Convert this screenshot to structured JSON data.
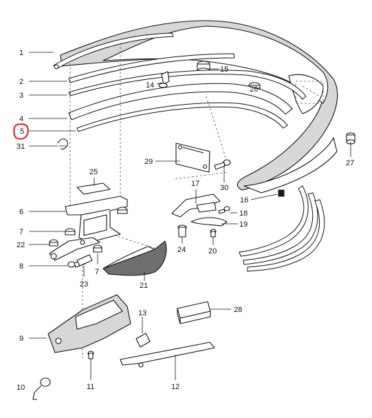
{
  "diagram": {
    "highlight_color": "#e8292e",
    "highlighted_callout": "5",
    "callouts": [
      {
        "id": "1",
        "label": "1"
      },
      {
        "id": "2",
        "label": "2"
      },
      {
        "id": "3",
        "label": "3"
      },
      {
        "id": "4",
        "label": "4"
      },
      {
        "id": "5",
        "label": "5"
      },
      {
        "id": "31",
        "label": "31"
      },
      {
        "id": "6",
        "label": "6"
      },
      {
        "id": "7a",
        "label": "7"
      },
      {
        "id": "7b",
        "label": "7"
      },
      {
        "id": "22",
        "label": "22"
      },
      {
        "id": "8",
        "label": "8"
      },
      {
        "id": "23",
        "label": "23"
      },
      {
        "id": "9",
        "label": "9"
      },
      {
        "id": "10",
        "label": "10"
      },
      {
        "id": "11",
        "label": "11"
      },
      {
        "id": "12",
        "label": "12"
      },
      {
        "id": "13",
        "label": "13"
      },
      {
        "id": "14",
        "label": "14"
      },
      {
        "id": "15",
        "label": "15"
      },
      {
        "id": "16",
        "label": "16"
      },
      {
        "id": "17",
        "label": "17"
      },
      {
        "id": "18",
        "label": "18"
      },
      {
        "id": "19",
        "label": "19"
      },
      {
        "id": "20",
        "label": "20"
      },
      {
        "id": "21",
        "label": "21"
      },
      {
        "id": "24",
        "label": "24"
      },
      {
        "id": "25",
        "label": "25"
      },
      {
        "id": "26",
        "label": "26"
      },
      {
        "id": "27",
        "label": "27"
      },
      {
        "id": "28",
        "label": "28"
      },
      {
        "id": "29",
        "label": "29"
      },
      {
        "id": "30",
        "label": "30"
      }
    ]
  }
}
